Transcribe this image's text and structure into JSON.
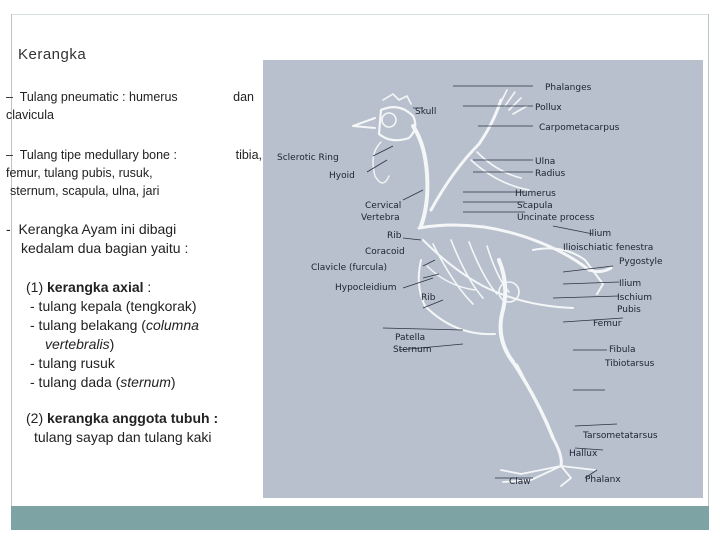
{
  "slide": {
    "title": "Kerangka",
    "point1": {
      "prefix": "–",
      "line1_left": "Tulang pneumatic : humerus",
      "line1_right": "dan",
      "line2": "clavicula"
    },
    "point2": {
      "prefix": "–",
      "line1_left": "Tulang tipe medullary bone :",
      "line1_right": "tibia,",
      "line2": "femur, tulang pubis, rusuk,",
      "line3": "sternum, scapula,  ulna, jari"
    },
    "point3": {
      "prefix": "-",
      "line1": "Kerangka Ayam ini dibagi",
      "line2": "kedalam dua bagian yaitu :"
    },
    "axial": {
      "number": "(1)",
      "heading": "kerangka axial",
      "colon": " :",
      "item1": "- tulang kepala (tengkorak)",
      "item2_prefix": "- tulang belakang (",
      "item2_italic": "columna",
      "item2_cont_italic": "vertebralis",
      "item2_cont_suffix": ")",
      "item3": "- tulang rusuk",
      "item4_prefix": "- tulang dada (",
      "item4_italic": "sternum",
      "item4_suffix": ")"
    },
    "appendicular": {
      "number": "(2)",
      "heading": "kerangka anggota tubuh :",
      "line": "tulang sayap dan tulang kaki"
    }
  },
  "figure": {
    "background": "#b7c0cc",
    "labels": {
      "phalanges": "Phalanges",
      "skull": "Skull",
      "pollux": "Pollux",
      "carpometacarpus": "Carpometacarpus",
      "sclerotic_ring": "Sclerotic Ring",
      "hyoid": "Hyoid",
      "ulna": "Ulna",
      "radius": "Radius",
      "humerus": "Humerus",
      "scapula": "Scapula",
      "uncinate": "Uncinate process",
      "cervical1": "Cervical",
      "cervical2": "Vertebra",
      "rib_top": "Rib",
      "ilium_top": "Ilium",
      "ilioischiatic": "Ilioischiatic fenestra",
      "coracoid": "Coracoid",
      "pygostyle": "Pygostyle",
      "clavicle": "Clavicle (furcula)",
      "ilium": "Ilium",
      "hypocleidium": "Hypocleidium",
      "ischium": "Ischium",
      "rib_low": "Rib",
      "pubis": "Pubis",
      "femur": "Femur",
      "patella": "Patella",
      "sternum": "Sternum",
      "fibula": "Fibula",
      "tibiotarsus": "Tibiotarsus",
      "tarsometatarsus": "Tarsometatarsus",
      "hallux": "Hallux",
      "phalanx": "Phalanx",
      "claw": "Claw"
    }
  }
}
